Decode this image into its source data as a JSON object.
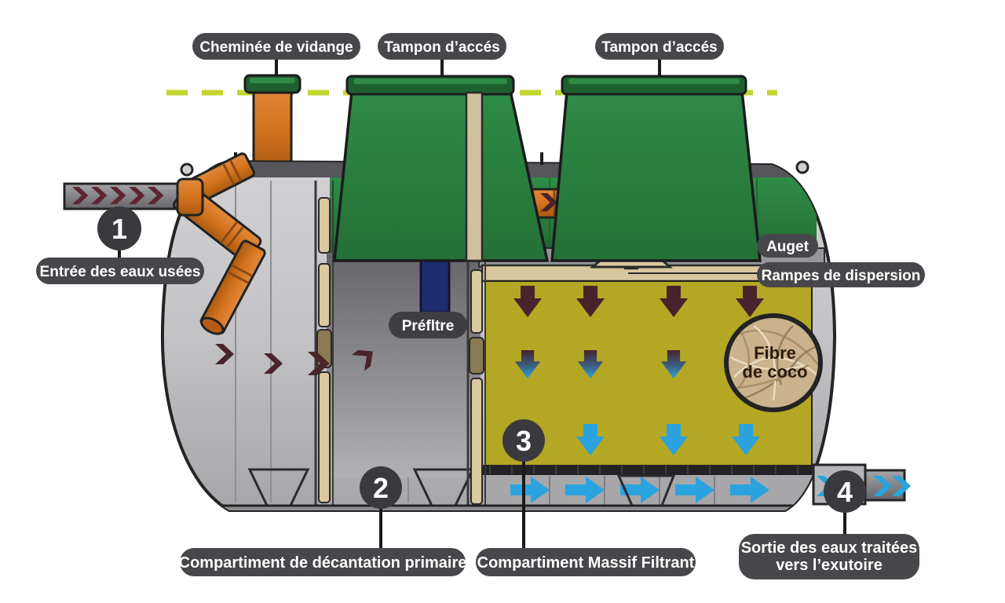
{
  "diagram_type": "septic-tank-coco-filter-cutaway",
  "labels": {
    "chimney": "Cheminée de vidange",
    "access_hatch_1": "Tampon d’accés",
    "access_hatch_2": "Tampon d’accés",
    "inlet": "Entrée des eaux usées",
    "prefilter": "Préfltre",
    "trough": "Auget",
    "dispersion_ramps": "Rampes de dispersion",
    "coco_fiber_line1": "Fibre",
    "coco_fiber_line2": "de coco",
    "primary_compartment": "Compartiment de décantation primaire",
    "filter_compartment": "Compartiment Massif Filtrant",
    "outlet_line1": "Sortie des eaux traitées",
    "outlet_line2": "vers l’exutoire"
  },
  "markers": {
    "inlet_number": "1",
    "primary_number": "2",
    "filter_number": "3",
    "outlet_number": "4"
  },
  "colors": {
    "label_pill": "#47474b",
    "marker_circle": "#3a3a3e",
    "ground_dash": "#c3d531",
    "tank_gray": "#bfbfc2",
    "tank_shoulder": "#56565b",
    "cover_green": "#2e8b44",
    "cover_green_dark": "#1d5f2e",
    "pipe_orange": "#d4731e",
    "prefilter_blue": "#1e2d6e",
    "filter_bed_olive": "#b3a724",
    "water_arrow_blue": "#2aa3de",
    "waste_arrow_brown": "#4a232b",
    "inlet_chevron": "#5e2530",
    "wood_tan": "#d9c7a0",
    "coco_fill": "#c9b28c"
  }
}
